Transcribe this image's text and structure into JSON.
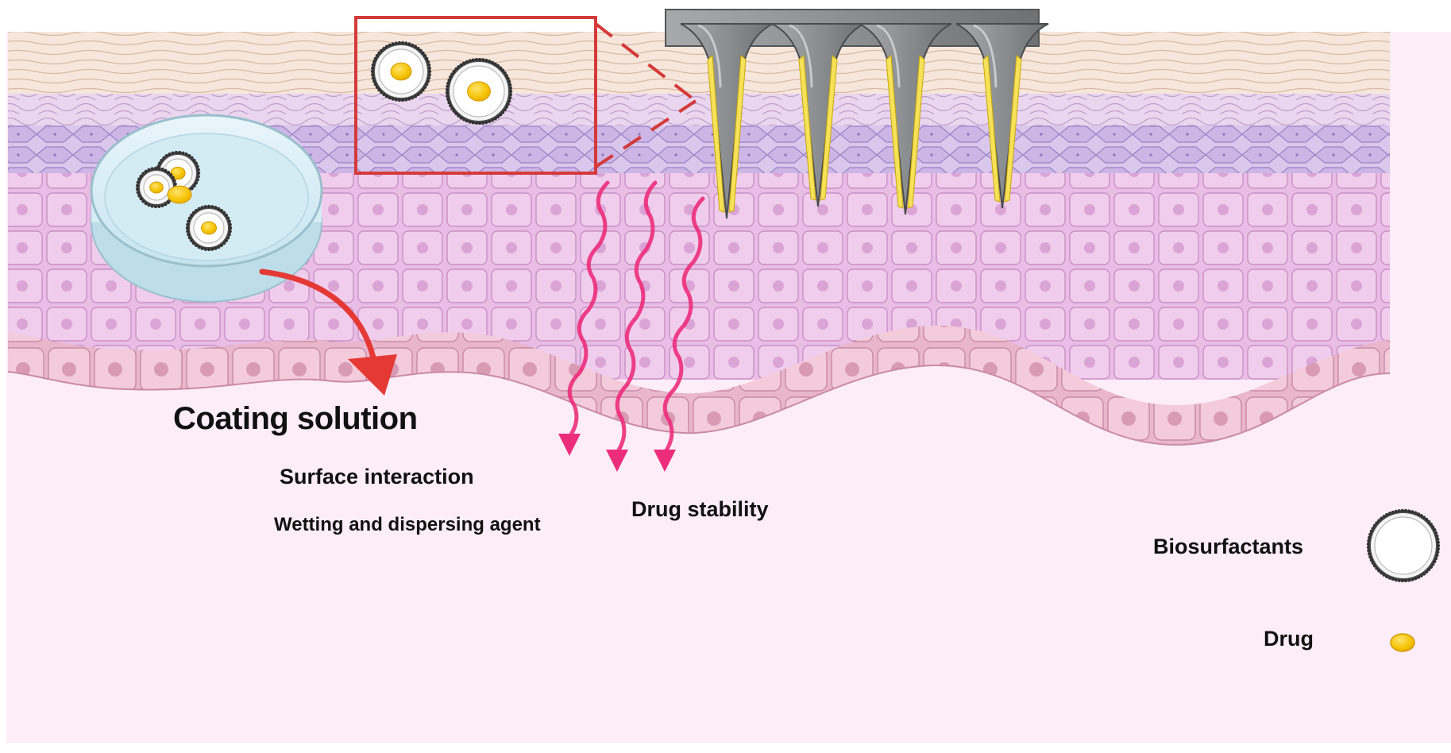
{
  "labels": {
    "coating_solution": "Coating solution",
    "surface_interaction": "Surface interaction",
    "wetting_agent": "Wetting and dispersing agent",
    "drug_stability": "Drug stability"
  },
  "legend": {
    "biosurfactants": "Biosurfactants",
    "drug": "Drug"
  },
  "colors": {
    "background": "#fceef8",
    "stratum_corneum": "#f4e2d6",
    "basal_band": "#d8c6ea",
    "epidermis_cells": "#ecc4e8",
    "basal_cells": "#f2c9d9",
    "highlight_box": "#d43a3a",
    "arrow_red": "#e53935",
    "arrow_pink": "#ec2d7b",
    "drug_yellow": "#f5c400",
    "microneedle_gray": "#8a8d90"
  }
}
